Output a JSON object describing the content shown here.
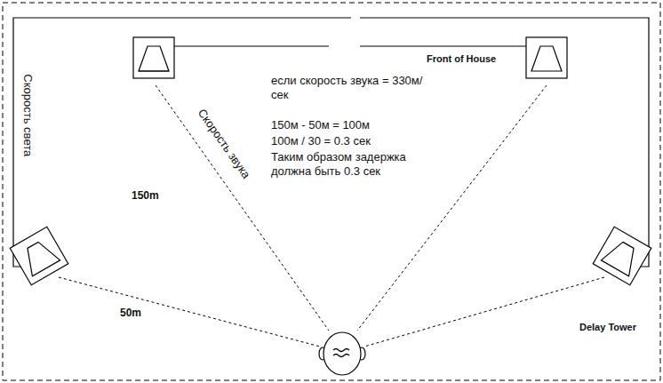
{
  "diagram": {
    "labels": [
      "Скорость света",
      "Скорость звука",
      "150m",
      "50m",
      "если скорость звука = 330м/ сек",
      "150м - 50м = 100м",
      "100м / 30 = 0.3 сек",
      "Таким образом задержка должна быть 0.3 сек",
      "Front of House",
      "Delay Tower"
    ]
  }
}
